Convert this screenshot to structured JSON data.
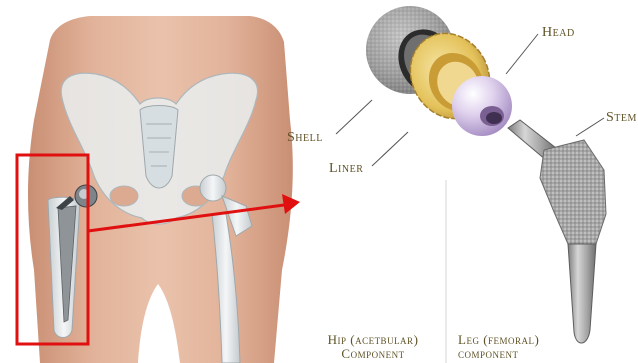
{
  "labels": {
    "head": "Head",
    "shell": "Shell",
    "liner": "Liner",
    "stem": "Stem"
  },
  "captions": {
    "hip_line1": "Hip (acetbular)",
    "hip_line2": "Component",
    "leg_line1": "Leg (femoral)",
    "leg_line2": "component"
  },
  "colors": {
    "highlight_box": "#e01010",
    "arrow": "#e01010",
    "label_text": "#5e5226",
    "skin": "#d9a58a",
    "shell_metal": "#9a9a9a",
    "liner": "#e8c860",
    "head": "#d8c8e8",
    "stem_metal": "#b0b0b0"
  }
}
